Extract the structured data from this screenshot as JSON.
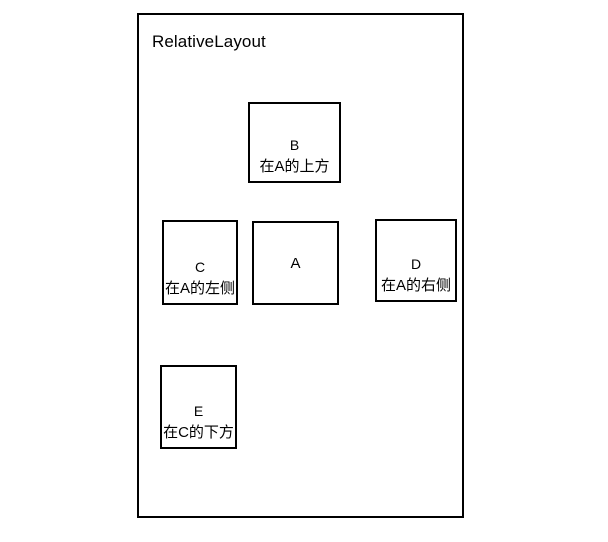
{
  "diagram": {
    "title": "RelativeLayout",
    "background_color": "#ffffff",
    "border_color": "#000000",
    "text_color": "#000000",
    "boxes": [
      {
        "id": "b",
        "letter": "B",
        "subtitle": "在A的上方"
      },
      {
        "id": "c",
        "letter": "C",
        "subtitle": "在A的左侧"
      },
      {
        "id": "a",
        "letter": "A",
        "subtitle": ""
      },
      {
        "id": "d",
        "letter": "D",
        "subtitle": "在A的右侧"
      },
      {
        "id": "e",
        "letter": "E",
        "subtitle": "在C的下方"
      }
    ]
  }
}
